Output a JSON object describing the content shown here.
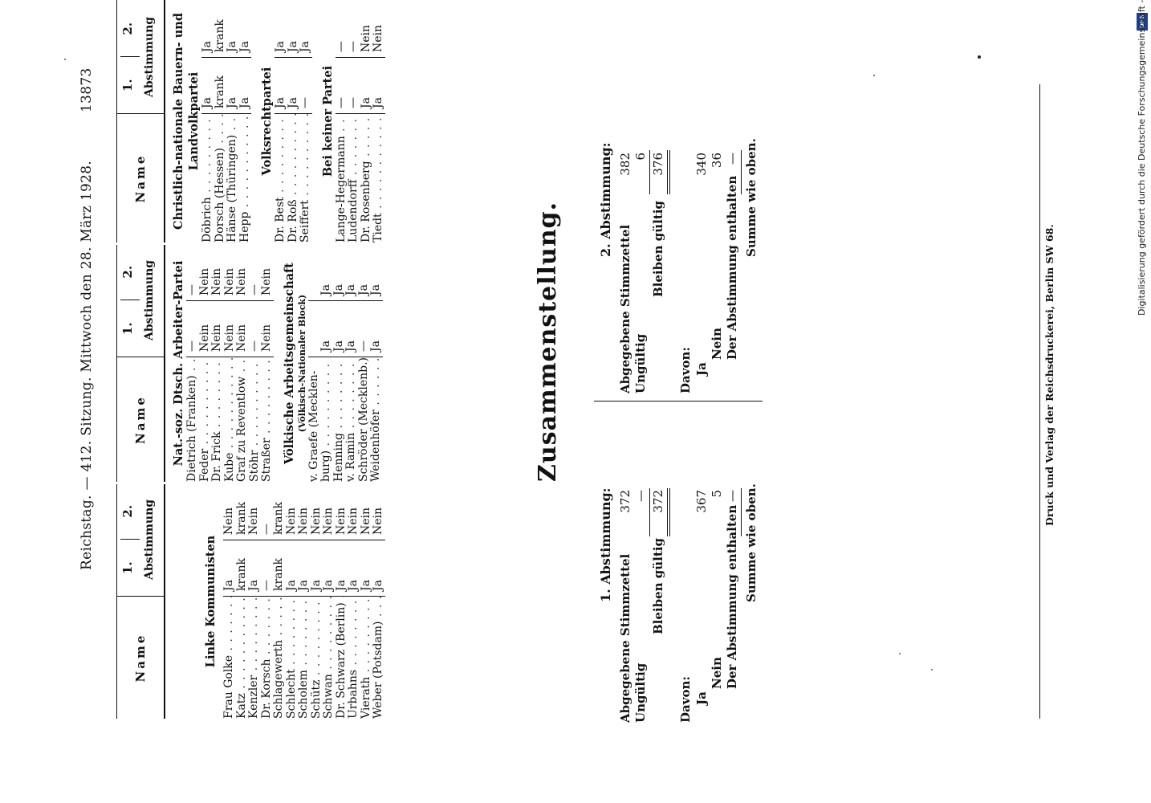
{
  "header": {
    "left": "Reichstag. — 412. Sitzung. Mittwoch den 28. März 1928.",
    "page_number": "13873"
  },
  "table_header": {
    "name": "Name",
    "vote1": "1.",
    "vote2": "2.",
    "vote_word": "Abstimmung"
  },
  "col1": {
    "group": "Linke Kommunisten",
    "rows": [
      {
        "name": "Frau Golke",
        "v1": "Ja",
        "v2": "Nein"
      },
      {
        "name": "Katz",
        "v1": "krank",
        "v2": "krank"
      },
      {
        "name": "Kenzler",
        "v1": "Ja",
        "v2": "Nein"
      },
      {
        "name": "Dr. Korsch",
        "v1": "—",
        "v2": "—"
      },
      {
        "name": "Schlagewerth",
        "v1": "krank",
        "v2": "krank"
      },
      {
        "name": "Schlecht",
        "v1": "Ja",
        "v2": "Nein"
      },
      {
        "name": "Scholem",
        "v1": "Ja",
        "v2": "Nein"
      },
      {
        "name": "Schütz",
        "v1": "Ja",
        "v2": "Nein"
      },
      {
        "name": "Schwan",
        "v1": "Ja",
        "v2": "Nein"
      },
      {
        "name": "Dr. Schwarz (Berlin)",
        "v1": "Ja",
        "v2": "Nein"
      },
      {
        "name": "Urbahns",
        "v1": "Ja",
        "v2": "Nein"
      },
      {
        "name": "Vierath",
        "v1": "Ja",
        "v2": "Nein"
      },
      {
        "name": "Weber (Potsdam)",
        "v1": "Ja",
        "v2": "Nein"
      }
    ]
  },
  "col2": {
    "group1": "Nat.-soz. Dtsch. Arbeiter-Partei",
    "rows1": [
      {
        "name": "Dietrich (Franken)",
        "v1": "—",
        "v2": "—"
      },
      {
        "name": "Feder",
        "v1": "Nein",
        "v2": "Nein"
      },
      {
        "name": "Dr. Frick",
        "v1": "Nein",
        "v2": "Nein"
      },
      {
        "name": "Kube",
        "v1": "Nein",
        "v2": "Nein"
      },
      {
        "name": "Graf zu Reventlow",
        "v1": "Nein",
        "v2": "Nein"
      },
      {
        "name": "Stöhr",
        "v1": "—",
        "v2": "—"
      },
      {
        "name": "Straßer",
        "v1": "Nein",
        "v2": "Nein"
      }
    ],
    "group2": "Völkische Arbeitsgemeinschaft",
    "group2_sub": "(Völkisch-Nationaler Block)",
    "rows2": [
      {
        "name": "v. Graefe (Mecklen-",
        "v1": "",
        "v2": ""
      },
      {
        "name": "burg)",
        "v1": "Ja",
        "v2": "Ja"
      },
      {
        "name": "Henning",
        "v1": "Ja",
        "v2": "Ja"
      },
      {
        "name": "v. Ramin",
        "v1": "Ja",
        "v2": "Ja"
      },
      {
        "name": "Schröder (Mecklenb.)",
        "v1": "—",
        "v2": "Ja"
      },
      {
        "name": "Weidenhöfer",
        "v1": "Ja",
        "v2": "Ja"
      }
    ]
  },
  "col3": {
    "group1": "Christlich-nationale Bauern- und Landvolkpartei",
    "rows1": [
      {
        "name": "Döbrich",
        "v1": "Ja",
        "v2": "Ja"
      },
      {
        "name": "Dorsch (Hessen)",
        "v1": "krank",
        "v2": "krank"
      },
      {
        "name": "Hänse (Thüringen)",
        "v1": "Ja",
        "v2": "Ja"
      },
      {
        "name": "Hepp",
        "v1": "Ja",
        "v2": "Ja"
      }
    ],
    "group2": "Volksrechtpartei",
    "rows2": [
      {
        "name": "Dr. Best",
        "v1": "Ja",
        "v2": "Ja"
      },
      {
        "name": "Dr. Roß",
        "v1": "Ja",
        "v2": "Ja"
      },
      {
        "name": "Seiffert",
        "v1": "—",
        "v2": "Ja"
      }
    ],
    "group3": "Bei keiner Partei",
    "rows3": [
      {
        "name": "Lange-Hegermann",
        "v1": "—",
        "v2": "—"
      },
      {
        "name": "Ludendorff",
        "v1": "—",
        "v2": "—"
      },
      {
        "name": "Dr. Rosenberg",
        "v1": "Ja",
        "v2": "Nein"
      },
      {
        "name": "Tiedt",
        "v1": "Ja",
        "v2": "Nein"
      }
    ]
  },
  "summary": {
    "title": "Zusammenstellung.",
    "s1": {
      "heading": "1. Abstimmung:",
      "abgegeben_label": "Abgegebene Stimmzettel",
      "abgegeben": "372",
      "ungueltig_label": "Ungültig",
      "ungueltig": "—",
      "gueltig_label": "Bleiben gültig",
      "gueltig": "372",
      "davon": "Davon:",
      "ja_label": "Ja",
      "ja": "367",
      "nein_label": "Nein",
      "nein": "5",
      "enth_label": "Der Abstimmung enthalten",
      "enth": "—",
      "summe": "Summe wie oben."
    },
    "s2": {
      "heading": "2. Abstimmung:",
      "abgegeben_label": "Abgegebene Stimmzettel",
      "abgegeben": "382",
      "ungueltig_label": "Ungültig",
      "ungueltig": "6",
      "gueltig_label": "Bleiben gültig",
      "gueltig": "376",
      "davon": "Davon:",
      "ja_label": "Ja",
      "ja": "340",
      "nein_label": "Nein",
      "nein": "36",
      "enth_label": "Der Abstimmung enthalten",
      "enth": "—",
      "summe": "Summe wie oben."
    }
  },
  "footer": "Druck und Verlag der Reichsdruckerei, Berlin SW 68.",
  "watermark": {
    "text": "Digitalisierung gefördert durch die Deutsche Forschungsgemeinschaft -",
    "logo": "DFG",
    "logo_color": "#1d3f8f"
  }
}
